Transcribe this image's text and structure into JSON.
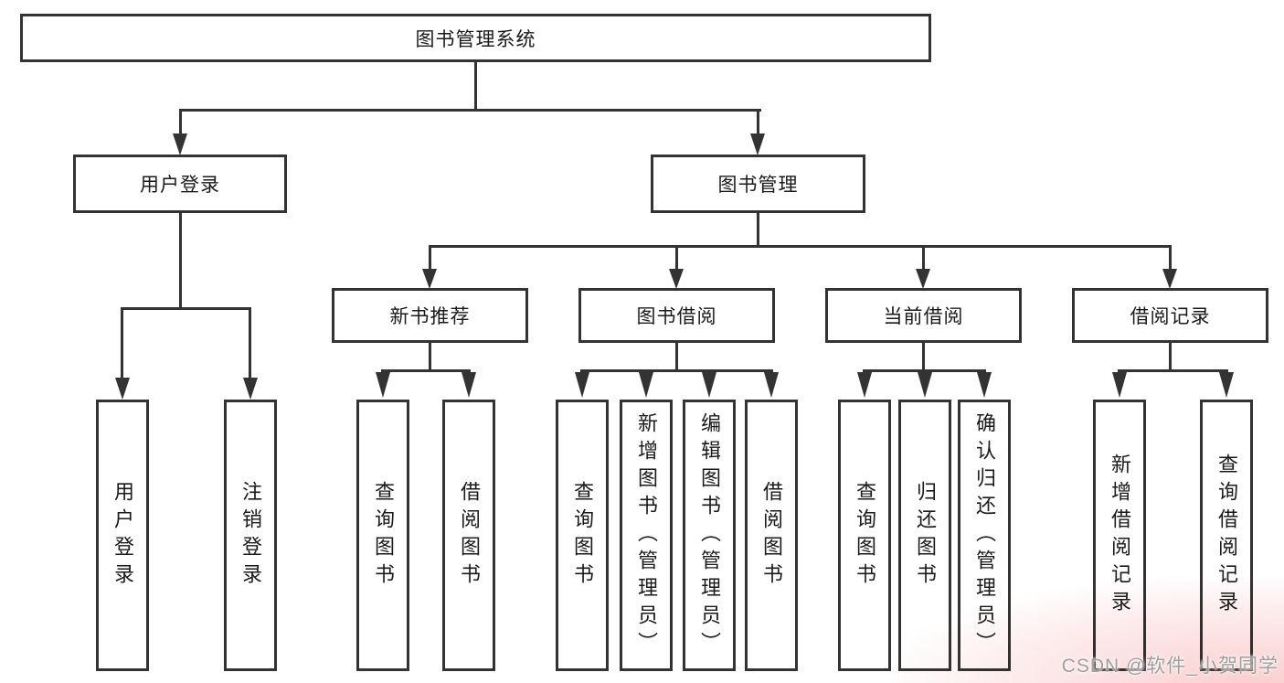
{
  "colors": {
    "line": "#333333",
    "box_border": "#333333",
    "text": "#1a1a1a",
    "watermark_text": "#9e9e9e",
    "corner_tint": "#f6a8a8",
    "background": "#ffffff"
  },
  "diagram": {
    "root": {
      "label": "图书管理系统"
    },
    "branches": [
      {
        "label": "用户登录",
        "leaves": [
          "用户登录",
          "注销登录"
        ]
      },
      {
        "label": "图书管理",
        "children": [
          {
            "label": "新书推荐",
            "leaves": [
              "查询图书",
              "借阅图书"
            ]
          },
          {
            "label": "图书借阅",
            "leaves": [
              "查询图书",
              "新增图书（管理员）",
              "编辑图书（管理员）",
              "借阅图书"
            ]
          },
          {
            "label": "当前借阅",
            "leaves": [
              "查询图书",
              "归还图书",
              "确认归还（管理员）"
            ]
          },
          {
            "label": "借阅记录",
            "leaves": [
              "新增借阅记录",
              "查询借阅记录"
            ]
          }
        ]
      }
    ]
  },
  "watermark": {
    "text": "CSDN @软件_小贺同学"
  }
}
